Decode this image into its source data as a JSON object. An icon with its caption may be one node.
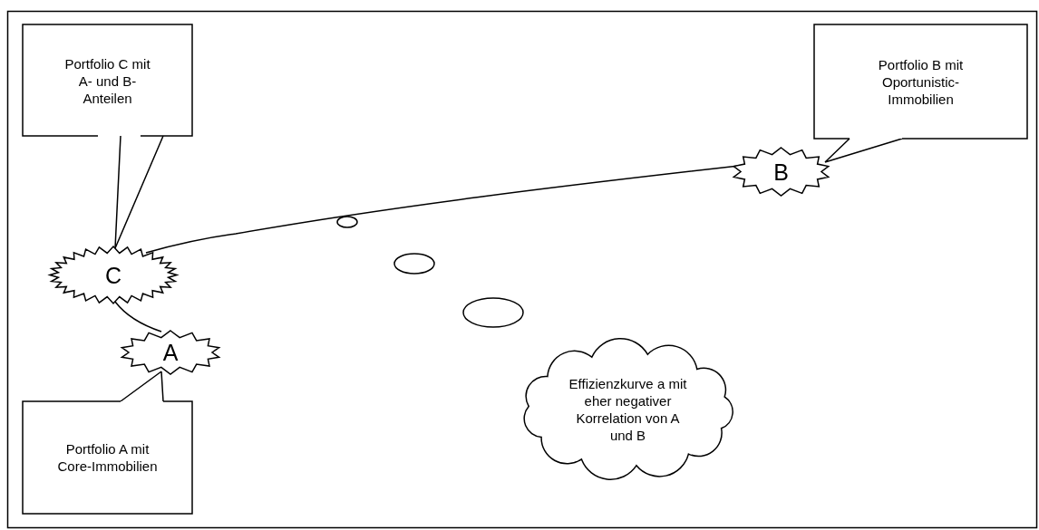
{
  "diagram": {
    "nodes": [
      {
        "text": [
          "Portfolio C mit A- und B-Anteilen"
        ]
      },
      {
        "text": [
          "Portfolio B mit Oportunistic-Immobilien"
        ]
      },
      {
        "text": [
          "C"
        ]
      },
      {
        "text": [
          "B"
        ]
      },
      {
        "text": [
          "A"
        ]
      },
      {
        "text": [
          "Effizienzkurve a mit eher negativer Korrelation von A und B"
        ]
      },
      {
        "text": [
          "Portfolio A mit Core-Immobilien"
        ]
      }
    ],
    "edges": [
      {
        "from": 0,
        "to": 2,
        "arrow": "none"
      },
      {
        "from": 1,
        "to": 3,
        "arrow": "none"
      },
      {
        "from": 6,
        "to": 4,
        "arrow": "none"
      },
      {
        "from": 2,
        "to": 3,
        "arrow": "none"
      },
      {
        "from": 2,
        "to": 4,
        "arrow": "none"
      }
    ]
  }
}
